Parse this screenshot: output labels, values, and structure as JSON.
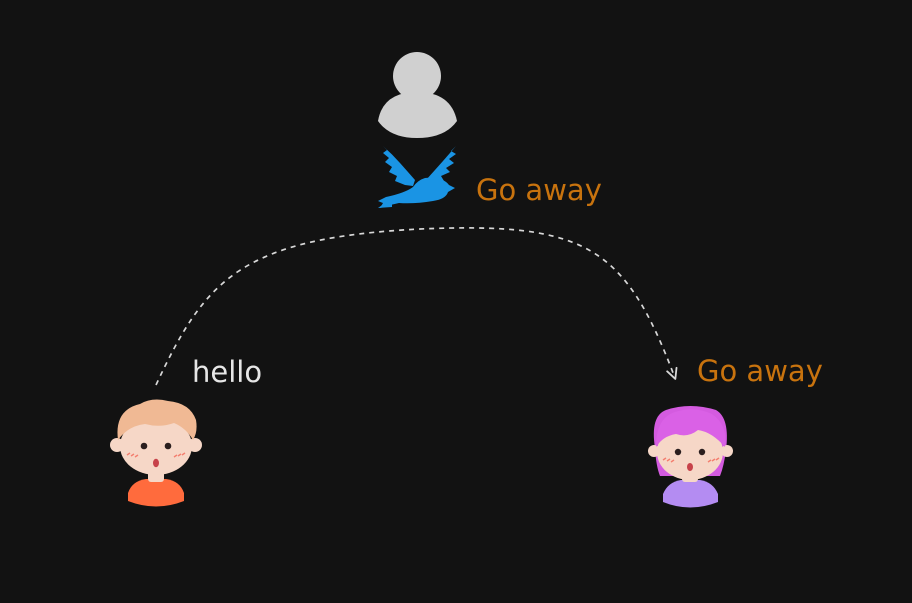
{
  "colors": {
    "background": "#121212",
    "orange_text": "#C8730E",
    "white_text": "#E6E6E6",
    "arrow": "#D8D8D8",
    "bird": "#1A94E4",
    "user_icon": "#D0D0D0"
  },
  "icons": {
    "observer": "user-silhouette-icon",
    "messenger": "bird-icon",
    "left_person": "boy-avatar-icon",
    "right_person": "girl-avatar-icon"
  },
  "labels": {
    "hello": "hello",
    "go_away_top": "Go away",
    "go_away_right": "Go away"
  }
}
